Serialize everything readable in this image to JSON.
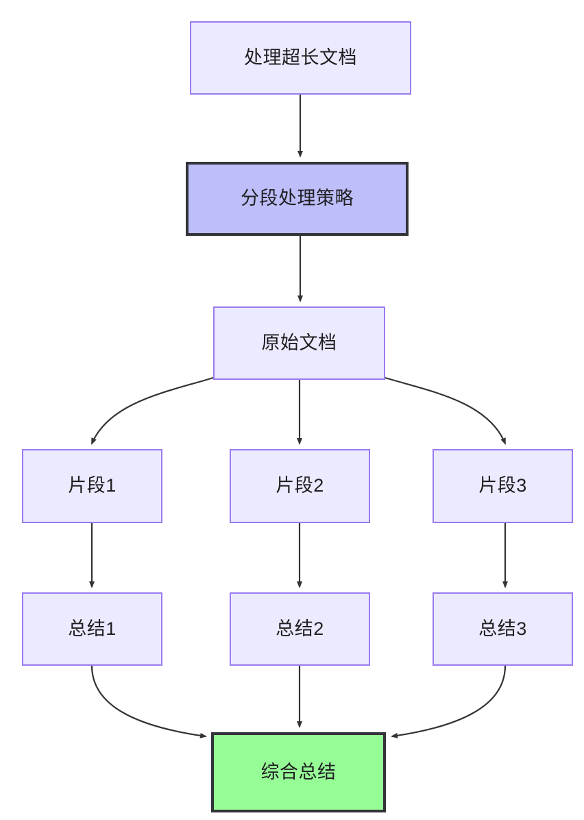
{
  "diagram": {
    "type": "flowchart",
    "orientation": "top-to-bottom",
    "title_node": "处理超长文档",
    "colors": {
      "plain_fill": "#ECEAFE",
      "plain_stroke": "#9a7bf0",
      "emphasis_fill": "#BEBEFA",
      "emphasis_stroke": "#33333a",
      "result_fill": "#96FC96",
      "result_stroke": "#33333a",
      "edge_stroke": "#333333",
      "text": "#1f1f22",
      "background": "#ffffff"
    },
    "nodes": [
      {
        "id": "doc",
        "label": "处理超长文档",
        "style": "plain"
      },
      {
        "id": "strategy",
        "label": "分段处理策略",
        "style": "emphasis"
      },
      {
        "id": "source",
        "label": "原始文档",
        "style": "plain"
      },
      {
        "id": "chunk1",
        "label": "片段1",
        "style": "plain"
      },
      {
        "id": "chunk2",
        "label": "片段2",
        "style": "plain"
      },
      {
        "id": "chunk3",
        "label": "片段3",
        "style": "plain"
      },
      {
        "id": "summary1",
        "label": "总结1",
        "style": "plain"
      },
      {
        "id": "summary2",
        "label": "总结2",
        "style": "plain"
      },
      {
        "id": "summary3",
        "label": "总结3",
        "style": "plain"
      },
      {
        "id": "final",
        "label": "综合总结",
        "style": "result"
      }
    ],
    "edges": [
      {
        "from": "doc",
        "to": "strategy",
        "label": ""
      },
      {
        "from": "strategy",
        "to": "source",
        "label": ""
      },
      {
        "from": "source",
        "to": "chunk1",
        "label": ""
      },
      {
        "from": "source",
        "to": "chunk2",
        "label": ""
      },
      {
        "from": "source",
        "to": "chunk3",
        "label": ""
      },
      {
        "from": "chunk1",
        "to": "summary1",
        "label": ""
      },
      {
        "from": "chunk2",
        "to": "summary2",
        "label": ""
      },
      {
        "from": "chunk3",
        "to": "summary3",
        "label": ""
      },
      {
        "from": "summary1",
        "to": "final",
        "label": ""
      },
      {
        "from": "summary2",
        "to": "final",
        "label": ""
      },
      {
        "from": "summary3",
        "to": "final",
        "label": ""
      }
    ]
  }
}
